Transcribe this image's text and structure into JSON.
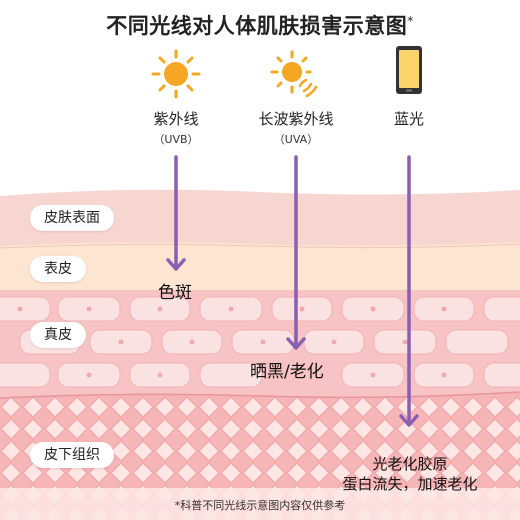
{
  "title": "不同光线对人体肌肤损害示意图",
  "title_mark": "*",
  "sources": [
    {
      "name": "紫外线",
      "sub": "（UVB）",
      "icon": "sun-icon"
    },
    {
      "name": "长波紫外线",
      "sub": "（UVA）",
      "icon": "sun-waves-icon"
    },
    {
      "name": "蓝光",
      "sub": "",
      "icon": "phone-screen-icon"
    }
  ],
  "layers": [
    "皮肤表面",
    "表皮",
    "真皮",
    "皮下组织"
  ],
  "effects": {
    "uvb": "色斑",
    "uva": "晒黑/老化",
    "blue_line1": "光老化胶原",
    "blue_line2": "蛋白流失，加速老化"
  },
  "footnote": "*科普不同光线示意图内容仅供参考",
  "colors": {
    "arrow": "#8a5fb0",
    "sun": "#f5a623",
    "phone_screen": "#fbd46b",
    "surface": "#f7d3d0",
    "epidermis": "#fbe3cf",
    "dermis": "#f7c2c3",
    "subcutis": "#f6b9bb"
  }
}
